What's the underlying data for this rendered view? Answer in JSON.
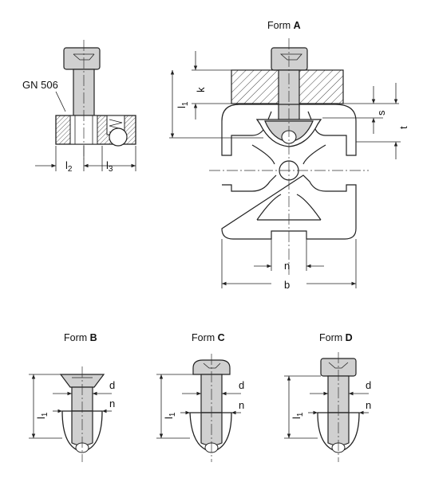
{
  "callout_label": "GN 506",
  "forms": {
    "a": {
      "prefix": "Form ",
      "letter": "A"
    },
    "b": {
      "prefix": "Form ",
      "letter": "B"
    },
    "c": {
      "prefix": "Form ",
      "letter": "C"
    },
    "d": {
      "prefix": "Form ",
      "letter": "D"
    }
  },
  "dims": {
    "l": "l",
    "one": "1",
    "two": "2",
    "three": "3",
    "k": "k",
    "s": "s",
    "t": "t",
    "n": "n",
    "b": "b",
    "d": "d"
  }
}
